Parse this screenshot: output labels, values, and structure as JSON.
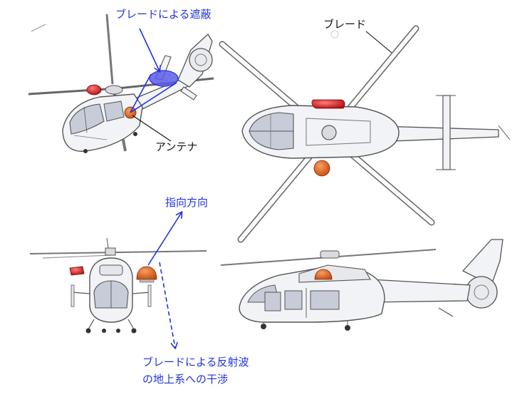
{
  "labels": {
    "blade_shadowing": "ブレードによる遮蔽",
    "blade": "ブレード",
    "antenna": "アンテナ",
    "pointing_direction": "指向方向",
    "interference_line1": "ブレードによる反射波",
    "interference_line2": "の地上系への干渉"
  },
  "colors": {
    "annotation_blue": "#2233dd",
    "shadow_ellipse": "#4a4ae8",
    "antenna_orange": "#e0641e",
    "beacon_red": "#d42020",
    "outline": "#555555",
    "body_fill": "#f2f3f6"
  }
}
